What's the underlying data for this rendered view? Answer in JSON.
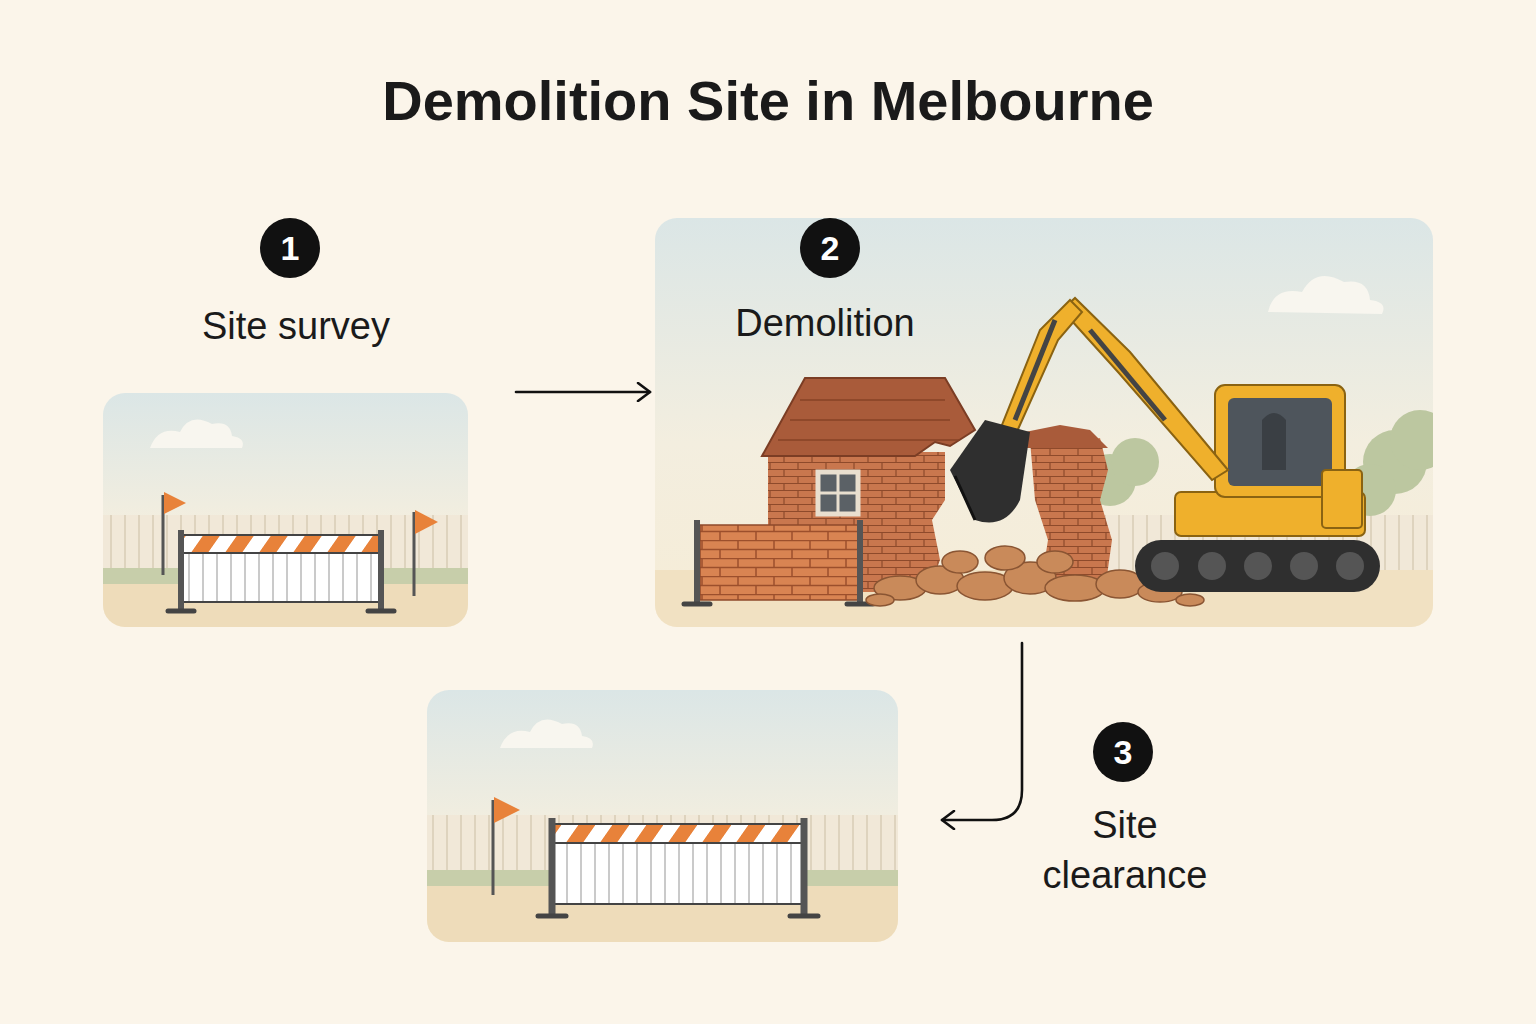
{
  "diagram": {
    "title": "Demolition Site in Melbourne",
    "nodes": [
      {
        "text": [
          "1"
        ]
      },
      {
        "text": [
          "Site survey"
        ]
      },
      {
        "text": [
          "2"
        ]
      },
      {
        "text": [
          "Demolition"
        ]
      },
      {
        "text": [
          "3"
        ]
      },
      {
        "text": [
          "Site clearance"
        ]
      }
    ],
    "edges": [
      {
        "from": 1,
        "to": 3,
        "arrow": "to"
      },
      {
        "from": 3,
        "to": 5,
        "arrow": "to"
      }
    ]
  }
}
